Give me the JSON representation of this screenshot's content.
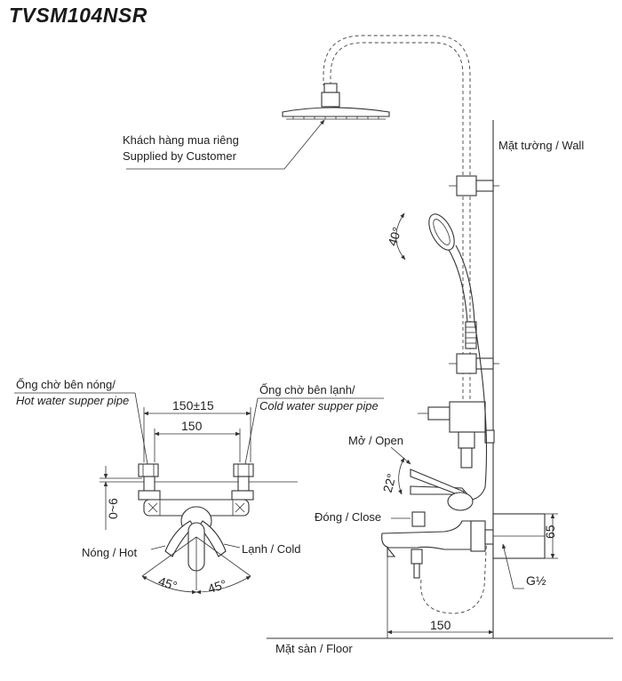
{
  "title": "TVSM104NSR",
  "labels": {
    "customer_vi": "Khách hàng mua riêng",
    "customer_en": "Supplied by Customer",
    "wall": "Mặt tường / Wall",
    "floor": "Mặt sàn / Floor",
    "hot_pipe_vi": "Ống chờ bên nóng/",
    "hot_pipe_en": "Hot water supper pipe",
    "cold_pipe_vi": "Ống chờ bên lạnh/",
    "cold_pipe_en": "Cold water supper pipe",
    "open": "Mở / Open",
    "close": "Đóng / Close",
    "hot": "Nóng / Hot",
    "cold": "Lạnh / Cold"
  },
  "dimensions": {
    "pipe_spacing": "150±15",
    "body_width": "150",
    "offset": "0~6",
    "angle_left": "45°",
    "angle_right": "45°",
    "handshower_angle": "40°",
    "lever_angle": "22°",
    "height_65": "65",
    "thread": "G½",
    "wall_to_spout": "150"
  }
}
